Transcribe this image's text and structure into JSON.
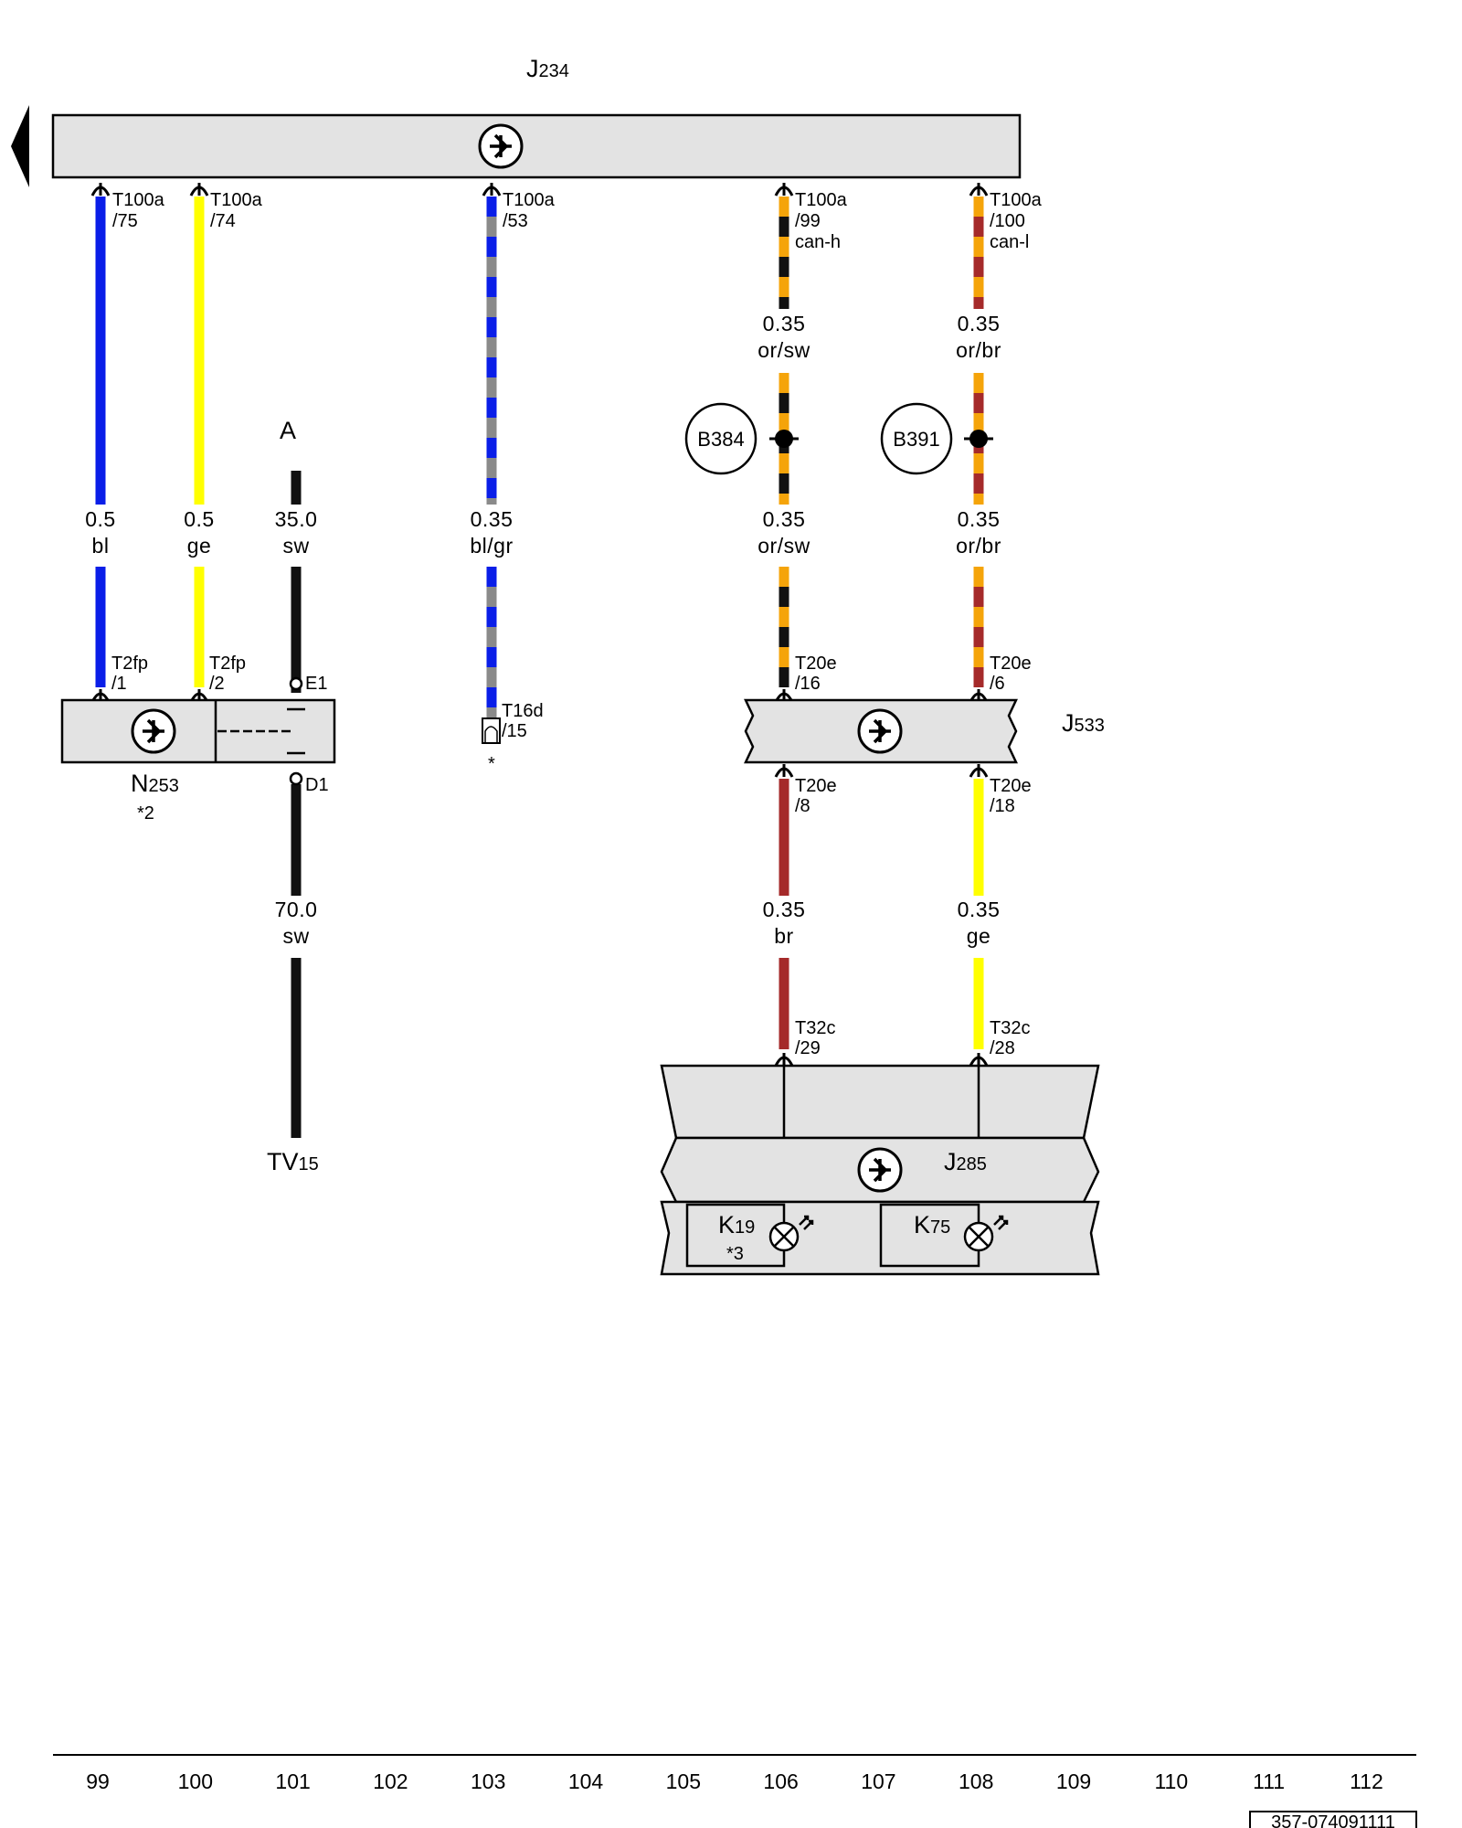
{
  "components": {
    "J234": {
      "letter": "J",
      "sub": "234"
    },
    "N253": {
      "letter": "N",
      "sub": "253",
      "note": "*2"
    },
    "J533": {
      "letter": "J",
      "sub": "533"
    },
    "J285": {
      "letter": "J",
      "sub": "285"
    },
    "K19": {
      "letter": "K",
      "sub": "19",
      "note": "*3"
    },
    "K75": {
      "letter": "K",
      "sub": "75"
    },
    "TV15": {
      "letter": "TV",
      "sub": "15"
    },
    "B384": "B384",
    "B391": "B391",
    "A": "A"
  },
  "connectors": {
    "c1": [
      "T100a",
      "/75"
    ],
    "c2": [
      "T100a",
      "/74"
    ],
    "c3": [
      "T100a",
      "/53"
    ],
    "c4": [
      "T100a",
      "/99",
      "can-h"
    ],
    "c5": [
      "T100a",
      "/100",
      "can-l"
    ],
    "c6": [
      "T2fp",
      "/1"
    ],
    "c7": [
      "T2fp",
      "/2"
    ],
    "c8": [
      "T16d",
      "/15"
    ],
    "c9": [
      "T20e",
      "/16"
    ],
    "c10": [
      "T20e",
      "/6"
    ],
    "c11": [
      "T20e",
      "/8"
    ],
    "c12": [
      "T20e",
      "/18"
    ],
    "c13": [
      "T32c",
      "/29"
    ],
    "c14": [
      "T32c",
      "/28"
    ],
    "e1": "E1",
    "d1": "D1",
    "star": "*"
  },
  "wires": {
    "w1": {
      "size": "0.5",
      "color": "bl",
      "hex": [
        "#0a1ee8"
      ]
    },
    "w2": {
      "size": "0.5",
      "color": "ge",
      "hex": [
        "#ffff00"
      ]
    },
    "w3a": {
      "size": "35.0",
      "color": "sw",
      "hex": [
        "#111111"
      ]
    },
    "w3b": {
      "size": "70.0",
      "color": "sw",
      "hex": [
        "#111111"
      ]
    },
    "w4": {
      "size": "0.35",
      "color": "bl/gr",
      "hex": [
        "#0a1ee8",
        "#8a8a8a"
      ]
    },
    "w5a": {
      "size": "0.35",
      "color": "or/sw",
      "hex": [
        "#f5a40a",
        "#111111"
      ]
    },
    "w5b": {
      "size": "0.35",
      "color": "or/sw",
      "hex": [
        "#f5a40a",
        "#111111"
      ]
    },
    "w6a": {
      "size": "0.35",
      "color": "or/br",
      "hex": [
        "#f5a40a",
        "#a52a2a"
      ]
    },
    "w6b": {
      "size": "0.35",
      "color": "or/br",
      "hex": [
        "#f5a40a",
        "#a52a2a"
      ]
    },
    "w7": {
      "size": "0.35",
      "color": "br",
      "hex": [
        "#a52a2a"
      ]
    },
    "w8": {
      "size": "0.35",
      "color": "ge",
      "hex": [
        "#ffff00"
      ]
    }
  },
  "columns": [
    "99",
    "100",
    "101",
    "102",
    "103",
    "104",
    "105",
    "106",
    "107",
    "108",
    "109",
    "110",
    "111",
    "112"
  ],
  "doc_id": "357-074091111"
}
